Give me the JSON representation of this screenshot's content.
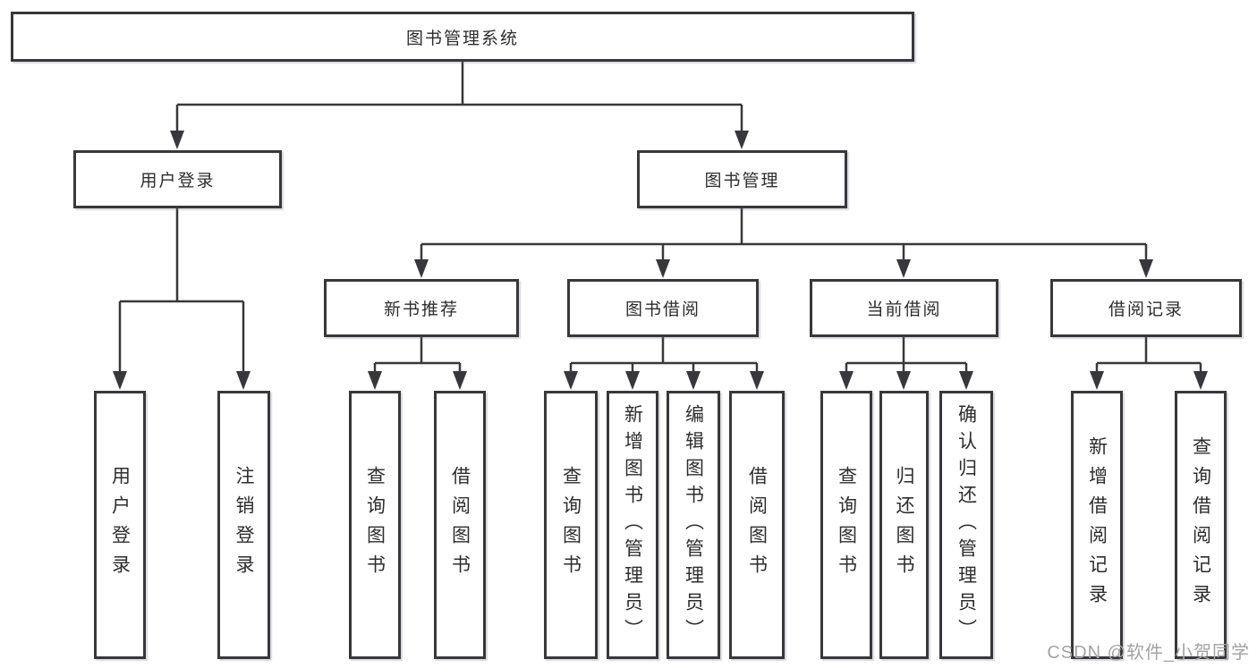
{
  "colors": {
    "line": "#38383c",
    "box-border": "#38383c",
    "text": "#2d2d2d",
    "watermark": "#a3a3a3",
    "bg": "#ffffff"
  },
  "tree": {
    "root": "图书管理系统",
    "branches": [
      {
        "label": "用户登录",
        "children": [
          "用户登录",
          "注销登录"
        ]
      },
      {
        "label": "图书管理",
        "groups": [
          {
            "label": "新书推荐",
            "children": [
              "查询图书",
              "借阅图书"
            ]
          },
          {
            "label": "图书借阅",
            "children": [
              "查询图书",
              "新增图书（管理员）",
              "编辑图书（管理员）",
              "借阅图书"
            ]
          },
          {
            "label": "当前借阅",
            "children": [
              "查询图书",
              "归还图书",
              "确认归还（管理员）"
            ]
          },
          {
            "label": "借阅记录",
            "children": [
              "新增借阅记录",
              "查询借阅记录"
            ]
          }
        ]
      }
    ]
  },
  "watermark": {
    "text": "CSDN @软件_小贺同学"
  }
}
